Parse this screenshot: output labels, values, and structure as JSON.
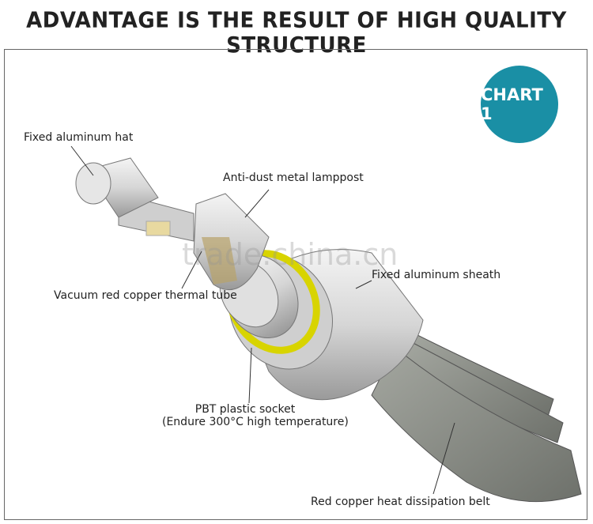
{
  "header": {
    "title": "ADVANTAGE IS THE RESULT OF HIGH QUALITY STRUCTURE"
  },
  "badge": {
    "text": "CHART 1"
  },
  "labels": {
    "hat": "Fixed aluminum hat",
    "lamppost": "Anti-dust metal lamppost",
    "sheath": "Fixed aluminum sheath",
    "tube": "Vacuum red copper thermal tube",
    "socket_line1": "PBT plastic socket",
    "socket_line2": "(Endure 300°C high temperature)",
    "belt": "Red copper heat dissipation belt"
  },
  "watermark": "trade.china.cn",
  "colors": {
    "badge": "#1a8fa5",
    "ring": "#d8d400",
    "metal": "#d9d9d9",
    "belt": "#8a8d86"
  }
}
